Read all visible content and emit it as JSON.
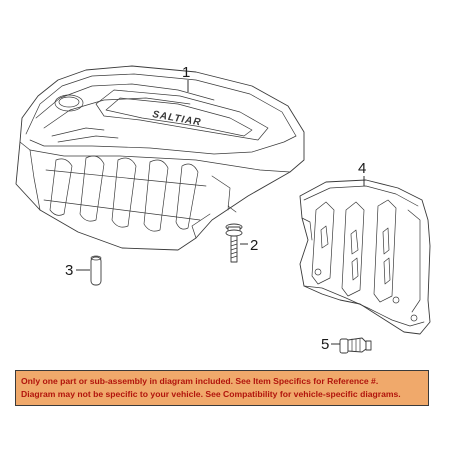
{
  "diagram": {
    "brand_emblem": "SALTIAR",
    "callouts": [
      {
        "number": "1"
      },
      {
        "number": "2"
      },
      {
        "number": "3"
      },
      {
        "number": "4"
      },
      {
        "number": "5"
      }
    ]
  },
  "disclaimer": {
    "line1": "Only one part or sub-assembly in diagram included. See Item Specifics for Reference #.",
    "line2": "Diagram may not be specific to your vehicle. See Compatibility for vehicle-specific diagrams.",
    "text_color": "#b1140c",
    "background_color": "#f0a96b"
  }
}
